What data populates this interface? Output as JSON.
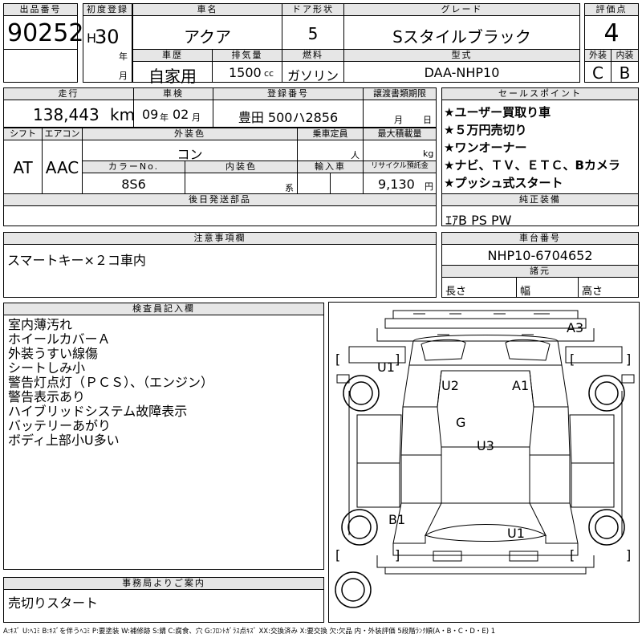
{
  "header": {
    "lot_no_label": "出品番号",
    "lot_no": "90252",
    "first_reg_label": "初度登録",
    "era": "H",
    "year": "30",
    "year_unit": "年",
    "month_unit": "月",
    "car_name_label": "車名",
    "car_name": "アクア",
    "door_label": "ドア形状",
    "door": "5",
    "grade_label": "グレード",
    "grade": "Sスタイルブラック",
    "score_label": "評価点",
    "score": "4",
    "history_label": "車歴",
    "history": "自家用",
    "displacement_label": "排気量",
    "displacement": "1500",
    "displacement_unit": "cc",
    "fuel_label": "燃料",
    "fuel": "ガソリン",
    "model_label": "型式",
    "model": "DAA-NHP10",
    "exterior_label": "外装",
    "exterior": "C",
    "interior_label": "内装",
    "interior": "B"
  },
  "row2": {
    "mileage_label": "走行",
    "mileage": "138,443",
    "mileage_unit": "km",
    "inspection_label": "車検",
    "insp_year": "09",
    "insp_year_unit": "年",
    "insp_month": "02",
    "insp_month_unit": "月",
    "plate_label": "登録番号",
    "plate": "豊田 500ハ2856",
    "transfer_label": "譲渡書類期限",
    "transfer_month_unit": "月",
    "transfer_day_unit": "日",
    "shift_label": "シフト",
    "shift": "AT",
    "ac_label": "エアコン",
    "ac": "AAC",
    "color_label": "外装色",
    "color": "コン",
    "capacity_label": "乗車定員",
    "capacity_unit": "人",
    "load_label": "最大積載量",
    "load_unit": "kg",
    "color_no_label": "カラーNo.",
    "color_no": "8S6",
    "interior_color_label": "内装色",
    "interior_color_unit": "系",
    "import_label": "輸入車",
    "recycle_label": "リサイクル預託金",
    "recycle": "9,130",
    "recycle_unit": "円",
    "later_parts_label": "後日発送部品"
  },
  "sales_points": {
    "label": "セールスポイント",
    "items": [
      "★ユーザー買取り車",
      "★５万円売切り",
      "★ワンオーナー",
      "★ナビ、ＴＶ、ＥＴＣ、Bカメラ",
      "★プッシュ式スタート"
    ]
  },
  "equipment": {
    "label": "純正装備",
    "value": "ｴｱB PS PW"
  },
  "notes": {
    "label": "注意事項欄",
    "value": "スマートキー×２コ車内"
  },
  "chassis": {
    "label": "車台番号",
    "value": "NHP10-6704652",
    "dims_label": "諸元",
    "length_label": "長さ",
    "width_label": "幅",
    "height_label": "高さ"
  },
  "inspector": {
    "label": "検査員記入欄",
    "items": [
      "室内薄汚れ",
      "ホイールカバーＡ",
      "外装うすい線傷",
      "シートしみ小",
      "警告灯点灯（ＰＣＳ）、（エンジン）",
      "警告表示あり",
      "ハイブリッドシステム故障表示",
      "バッテリーあがり",
      "ボディ上部小U多い"
    ]
  },
  "office": {
    "label": "事務局よりご案内",
    "value": "売切りスタート"
  },
  "diagram": {
    "marks": {
      "a3": "A3",
      "u1_front": "U1",
      "u2": "U2",
      "a1": "A1",
      "g": "G",
      "u3": "U3",
      "b1": "B1",
      "u1_rear": "U1"
    },
    "bracket_open": "[",
    "bracket_close": "]"
  },
  "legend": "A:ｷｽﾞ U:ﾍｺﾐ B:ｷｽﾞを伴うﾍｺﾐ P:要塗装 W:補修跡 S:錆 C:腐食、穴 G:ﾌﾛﾝﾄｶﾞﾗｽ点ｷｽﾞ XX:交換済み X:要交換 欠:欠品 内・外装評価 5段階ﾗﾝｸ順(A・B・C・D・E) 1"
}
